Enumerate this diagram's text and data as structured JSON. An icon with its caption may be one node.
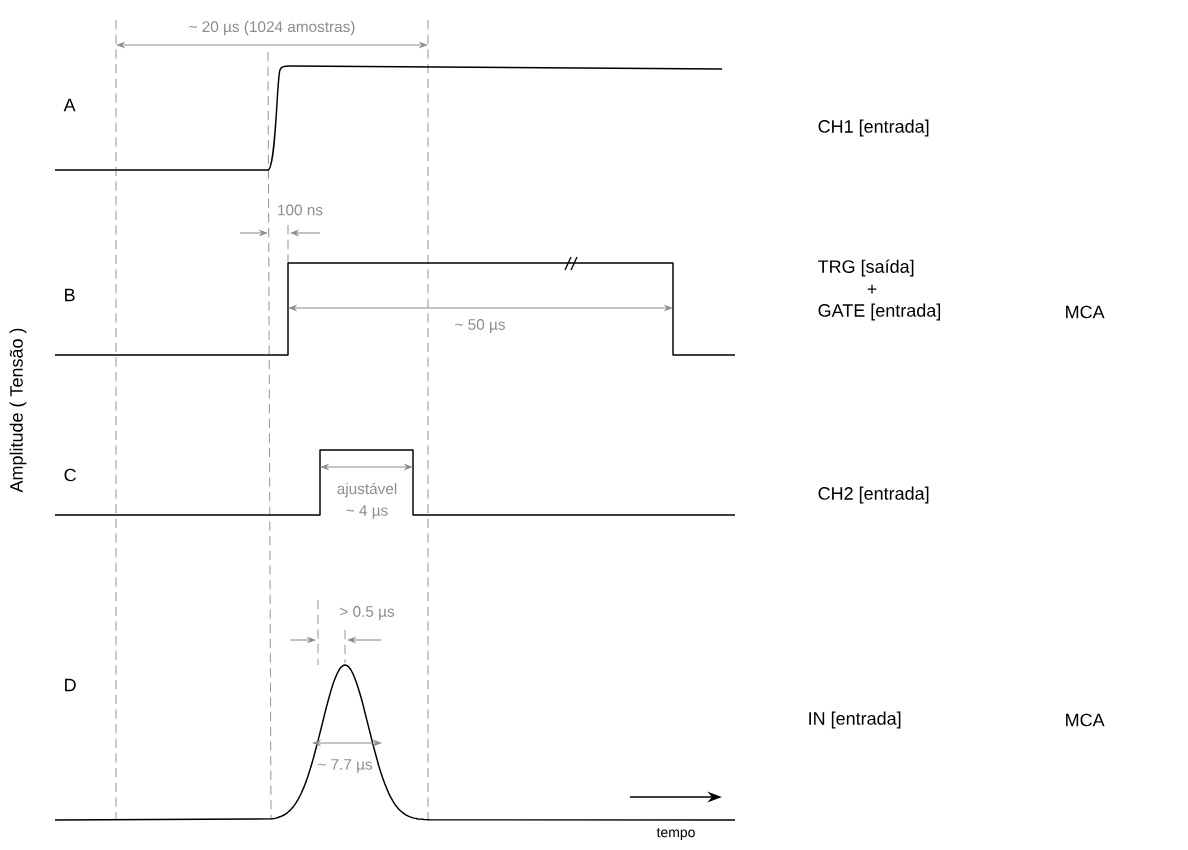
{
  "diagram": {
    "labels": [
      "~ 20 µs (1024 amostras)",
      "A",
      "100 ns",
      "B",
      "~ 50 µs",
      "C",
      "ajustável",
      "~ 4 µs",
      "> 0.5 µs",
      "D",
      "~ 7.7 µs",
      "Amplitude ( Tensão )",
      "tempo",
      "CH1 [entrada]",
      "TRG [saída]",
      "+",
      "GATE [entrada]",
      "MCA",
      "CH2 [entrada]",
      "IN [entrada]",
      "MCA"
    ]
  }
}
